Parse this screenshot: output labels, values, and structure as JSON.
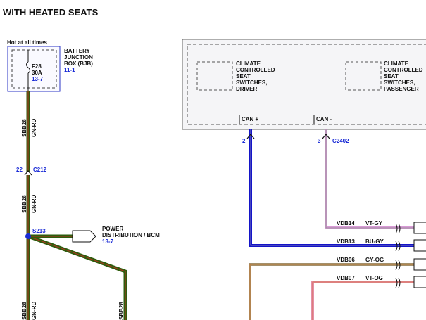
{
  "title": "WITH HEATED SEATS",
  "bjb": {
    "header": "Hot at all times",
    "fuse_id": "F28",
    "fuse_rating": "30A",
    "fuse_ref": "13-7",
    "name_line1": "BATTERY",
    "name_line2": "JUNCTION",
    "name_line3": "BOX (BJB)",
    "name_ref": "11-1"
  },
  "wires": {
    "sbb28_upper_id": "SBB28",
    "sbb28_upper_color": "GN-RD",
    "sbb28_mid_id": "SBB28",
    "sbb28_mid_color": "GN-RD",
    "sbb28_bottom_left_id": "SBB28",
    "sbb28_bottom_left_color": "GN-RD",
    "sbb28_bottom_right_id": "SBB28",
    "vdb14_id": "VDB14",
    "vdb14_color": "VT-GY",
    "vdb13_id": "VDB13",
    "vdb13_color": "BU-GY",
    "vdb06_id": "VDB06",
    "vdb06_color": "GY-OG",
    "vdb07_id": "VDB07",
    "vdb07_color": "VT-OG"
  },
  "connector_c212": {
    "pin": "22",
    "name": "C212"
  },
  "splice_s213": {
    "name": "S213"
  },
  "power_distribution": {
    "line1": "POWER",
    "line2": "DISTRIBUTION / BCM",
    "ref": "13-7"
  },
  "module": {
    "driver": {
      "line1": "CLIMATE",
      "line2": "CONTROLLED",
      "line3": "SEAT",
      "line4": "SWITCHES,",
      "line5": "DRIVER"
    },
    "passenger": {
      "line1": "CLIMATE",
      "line2": "CONTROLLED",
      "line3": "SEAT",
      "line4": "SWITCHES,",
      "line5": "PASSENGER"
    },
    "can_plus_label": "CAN +",
    "can_minus_label": "CAN -",
    "can_plus_pin": "2",
    "can_minus_pin": "3",
    "connector": "C2402"
  },
  "colors": {
    "green_red_wire": "#2e5d0e",
    "green_red_stripe": "#b4331f",
    "blue_wire": "#1414c8",
    "violet_wire": "#d89ad6",
    "violet_stripe": "#8a8a8a",
    "gray_orange_wire": "#a3906b",
    "violet_orange_wire": "#e58fa8",
    "label_blue": "#1a2bd6"
  }
}
